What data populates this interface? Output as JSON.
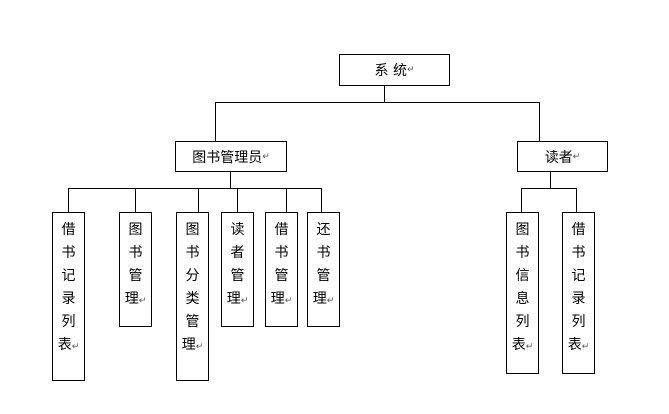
{
  "mark": "↵",
  "root": {
    "label": "系 统"
  },
  "branches": [
    {
      "label": "图书管理员",
      "children": [
        "借书记录列表",
        "图书管理",
        "图书分类管理",
        "读者管理",
        "借书管理",
        "还书管理"
      ]
    },
    {
      "label": "读者",
      "children": [
        "图书信息列表",
        "借书记录列表"
      ]
    }
  ]
}
